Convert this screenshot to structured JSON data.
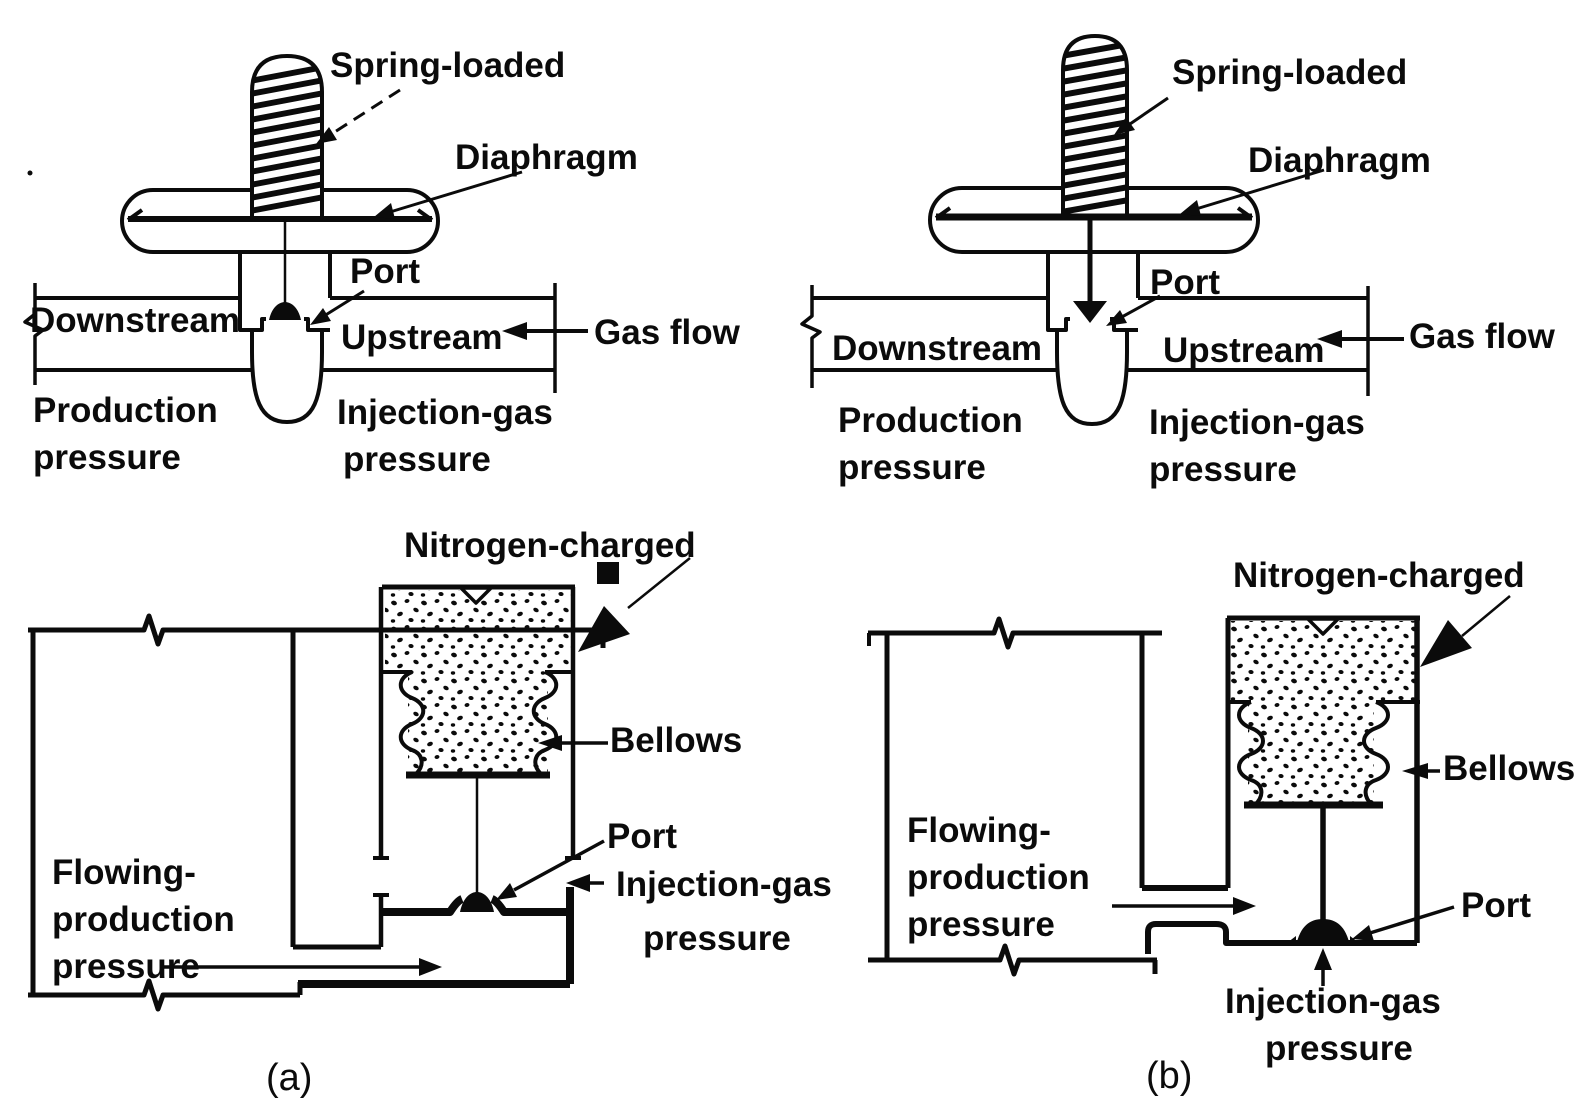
{
  "colors": {
    "ink": "#0b0b0b",
    "paper": "#ffffff"
  },
  "panels": {
    "a": {
      "caption": "(a)",
      "pilot_valve": {
        "spring": "Spring-loaded",
        "diaphragm": "Diaphragm",
        "port": "Port",
        "downstream": "Downstream",
        "upstream": "Upstream",
        "gas_flow": "Gas flow",
        "production_pressure": [
          "Production",
          "pressure"
        ],
        "injection_gas_pressure": [
          "Injection-gas",
          "pressure"
        ]
      },
      "bellows_valve": {
        "nitrogen": "Nitrogen-charged",
        "bellows": "Bellows",
        "port": "Port",
        "injection_gas_pressure": [
          "Injection-gas",
          "pressure"
        ],
        "flowing_production_pressure": [
          "Flowing-",
          "production",
          "pressure"
        ]
      }
    },
    "b": {
      "caption": "(b)",
      "pilot_valve": {
        "spring": "Spring-loaded",
        "diaphragm": "Diaphragm",
        "port": "Port",
        "downstream": "Downstream",
        "upstream": "Upstream",
        "gas_flow": "Gas flow",
        "production_pressure": [
          "Production",
          "pressure"
        ],
        "injection_gas_pressure": [
          "Injection-gas",
          "pressure"
        ]
      },
      "bellows_valve": {
        "nitrogen": "Nitrogen-charged",
        "bellows": "Bellows",
        "port": "Port",
        "injection_gas_pressure": [
          "Injection-gas",
          "pressure"
        ],
        "flowing_production_pressure": [
          "Flowing-",
          "production",
          "pressure"
        ]
      }
    }
  }
}
